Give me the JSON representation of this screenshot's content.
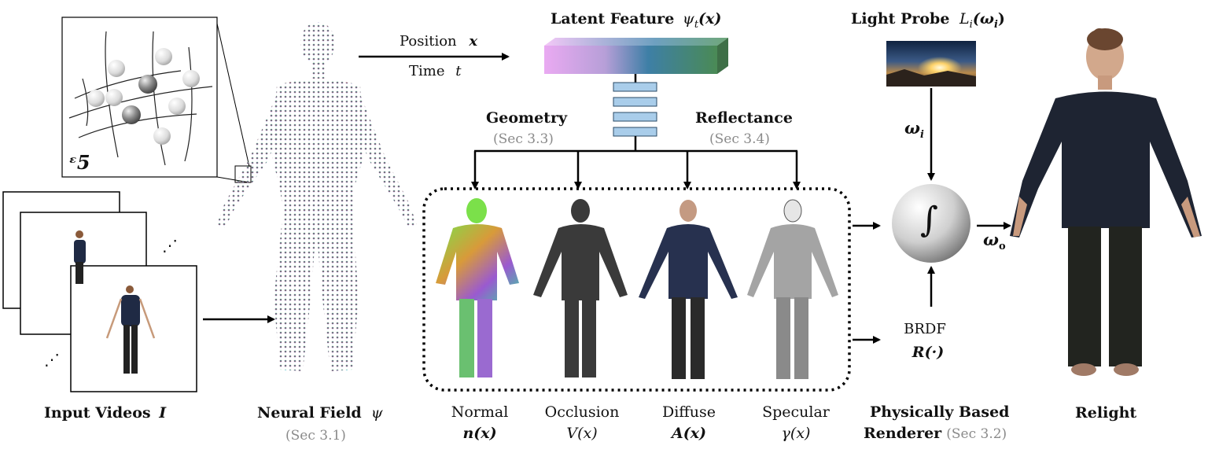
{
  "input": {
    "label": "Input Videos",
    "symbol": "I",
    "ellipsis": "⋰"
  },
  "zoom": {
    "symbol": "ᵋ5"
  },
  "neural_field": {
    "label": "Neural Field",
    "symbol": "ψ",
    "sec": "(Sec 3.1)"
  },
  "latent": {
    "position_label": "Position",
    "position_symbol": "x",
    "time_label": "Time",
    "time_symbol": "t",
    "title": "Latent Feature",
    "title_math": "ψ",
    "title_sub": "t",
    "title_arg": "(x)"
  },
  "branches": {
    "geometry": "Geometry",
    "geometry_sec": "(Sec 3.3)",
    "reflectance": "Reflectance",
    "reflectance_sec": "(Sec 3.4)"
  },
  "outputs": [
    {
      "name": "Normal",
      "math": "n(x)"
    },
    {
      "name": "Occlusion",
      "math": "V(x)"
    },
    {
      "name": "Diffuse",
      "math": "A(x)"
    },
    {
      "name": "Specular",
      "math": "γ(x)"
    }
  ],
  "light": {
    "title": "Light Probe",
    "math": "L",
    "sub": "i",
    "arg": "(ω",
    "arg_sub": "i",
    "arg_close": ")",
    "omega": "ω",
    "omega_sub": "i"
  },
  "renderer": {
    "integral": "∫",
    "omega_out": "ω",
    "omega_out_sub": "o",
    "brdf_label": "BRDF",
    "brdf_math": "R(·)",
    "title_line1": "Physically Based",
    "title_line2": "Renderer",
    "sec": "(Sec 3.2)"
  },
  "relight": {
    "label": "Relight"
  },
  "colors": {
    "gray_text": "#8a8a8a",
    "latent_left": "#e8a6f0",
    "latent_mid": "#3e7fa6",
    "latent_right": "#4a8a55",
    "layer_fill": "#a9cdea",
    "sky": "#f0c060"
  }
}
